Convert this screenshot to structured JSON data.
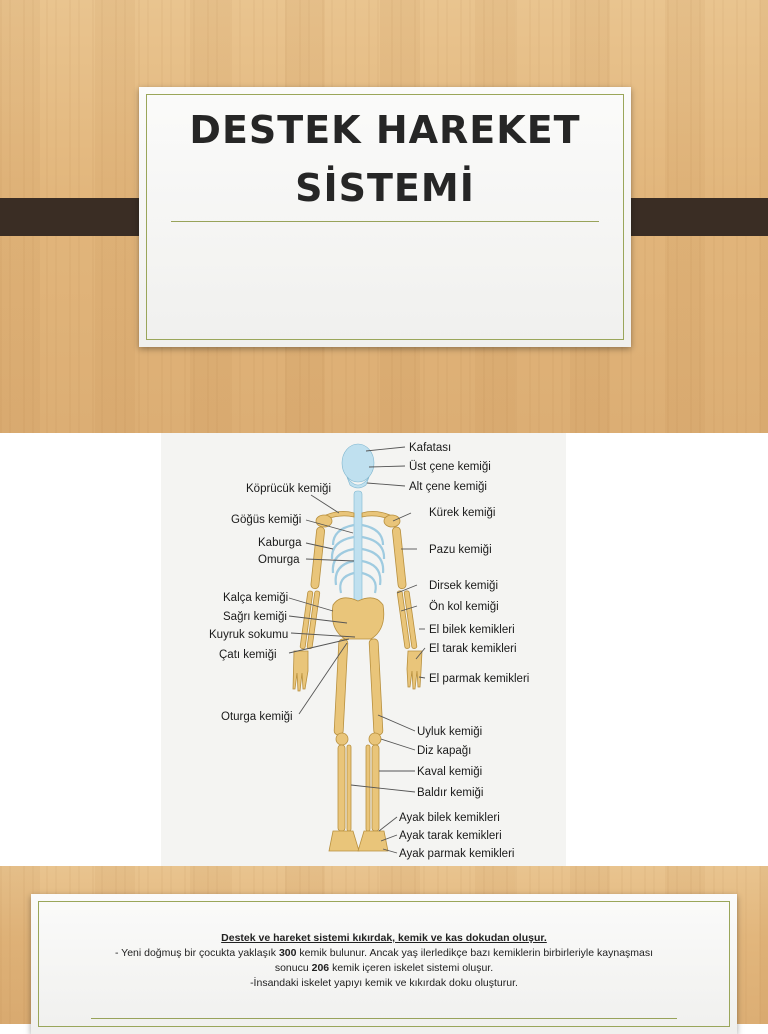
{
  "slide1": {
    "title_line1": "DESTEK HAREKET",
    "title_line2": "SİSTEMİ"
  },
  "diagram": {
    "labels": [
      "Kafatası",
      "Üst çene kemiği",
      "Alt çene kemiği",
      "Köprücük kemiği",
      "Kürek kemiği",
      "Göğüs kemiği",
      "Kaburga",
      "Omurga",
      "Pazu kemiği",
      "Dirsek kemiği",
      "Kalça kemiği",
      "Ön kol kemiği",
      "Sağrı kemiği",
      "El bilek kemikleri",
      "Kuyruk sokumu",
      "El tarak kemikleri",
      "Çatı kemiği",
      "El parmak kemikleri",
      "Oturga kemiği",
      "Uyluk kemiği",
      "Diz kapağı",
      "Kaval kemiği",
      "Baldır kemiği",
      "Ayak bilek kemikleri",
      "Ayak tarak kemikleri",
      "Ayak parmak kemikleri"
    ]
  },
  "slide3": {
    "heading": "Destek ve hareket sistemi kıkırdak, kemik ve kas dokudan oluşur.",
    "line1_a": "- Yeni doğmuş bir çocukta yaklaşık ",
    "line1_num": "300",
    "line1_b": " kemik bulunur. Ancak yaş ilerledikçe bazı kemiklerin birbirleriyle kaynaşması",
    "line2_a": "sonucu ",
    "line2_num": "206",
    "line2_b": " kemik içeren iskelet sistemi oluşur.",
    "line3": "-İnsandaki iskelet yapıyı kemik ve kıkırdak doku oluşturur."
  }
}
